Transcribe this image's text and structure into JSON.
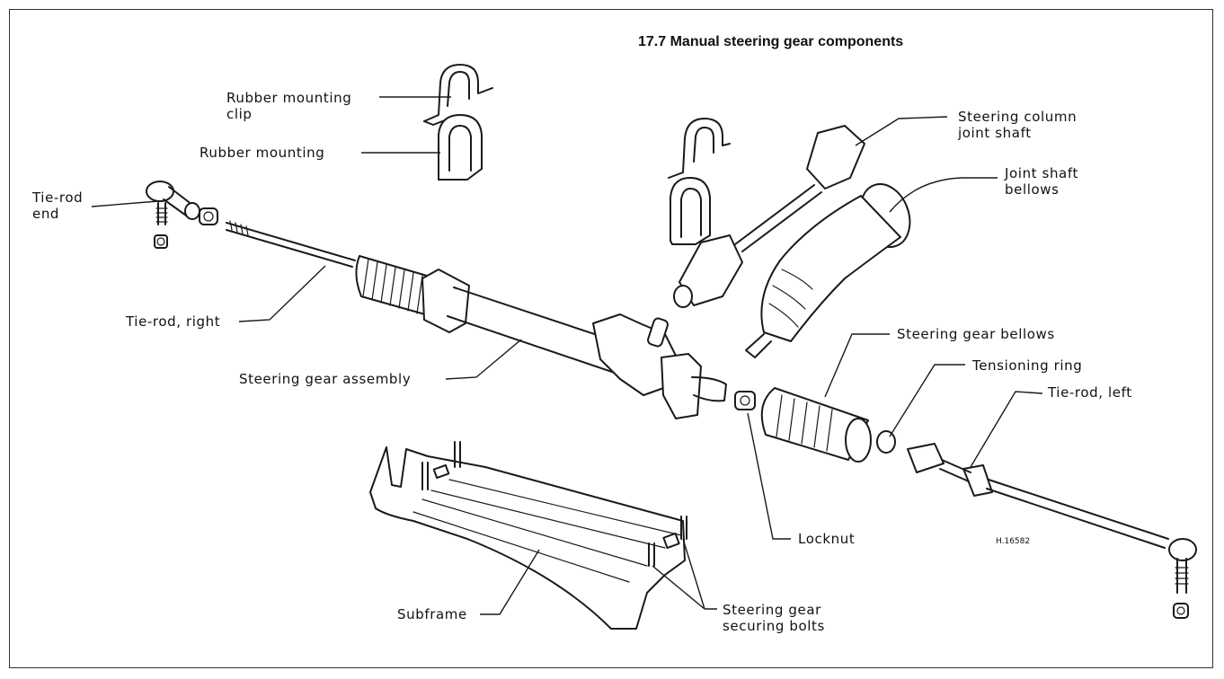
{
  "figure": {
    "caption": "17.7  Manual steering gear components",
    "reference_code": "H.16582"
  },
  "labels": {
    "rubber_mounting_clip": [
      "Rubber mounting",
      "clip"
    ],
    "rubber_mounting": "Rubber  mounting",
    "tie_rod_end": [
      "Tie-rod",
      "end"
    ],
    "tie_rod_right": "Tie-rod, right",
    "steering_gear_assembly": "Steering gear assembly",
    "steering_column_joint_shaft": [
      "Steering column",
      "joint shaft"
    ],
    "joint_shaft_bellows": [
      "Joint shaft",
      "bellows"
    ],
    "steering_gear_bellows": "Steering gear bellows",
    "tensioning_ring": "Tensioning ring",
    "tie_rod_left": "Tie-rod, left",
    "locknut": "Locknut",
    "subframe": "Subframe",
    "steering_gear_securing_bolts": [
      "Steering gear",
      "securing bolts"
    ]
  }
}
